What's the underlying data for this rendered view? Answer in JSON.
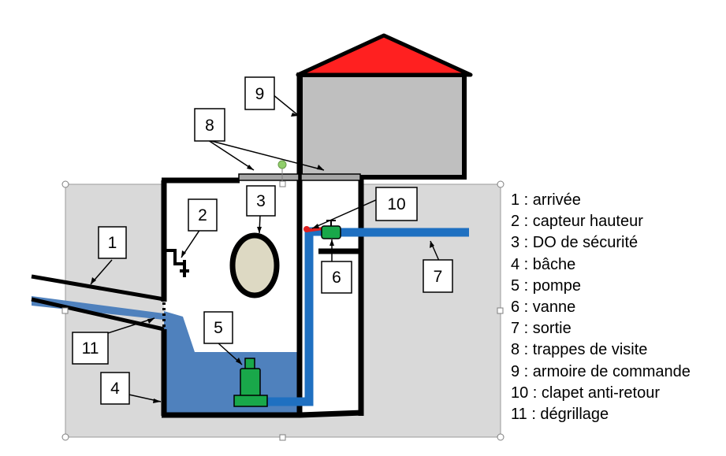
{
  "callouts": [
    "1",
    "2",
    "3",
    "4",
    "5",
    "6",
    "7",
    "8",
    "9",
    "10",
    "11"
  ],
  "legend": [
    "1 : arrivée",
    "2 : capteur hauteur",
    "3 : DO de sécurité",
    "4 : bâche",
    "5 : pompe",
    "6 : vanne",
    "7 : sortie",
    "8 : trappes de visite",
    "9 : armoire de commande",
    "10 : clapet anti-retour",
    "11 : dégrillage"
  ],
  "colors": {
    "ground": "#d9d9d9",
    "water": "#4f81bd",
    "pipe": "#1f70c1",
    "pump": "#19a84a",
    "roof": "#ff2020",
    "cabinet": "#bfbfbf",
    "overflow_fill": "#ddd9c3",
    "check_valve": "#e02020",
    "selection_handle": "#8fce6a"
  }
}
